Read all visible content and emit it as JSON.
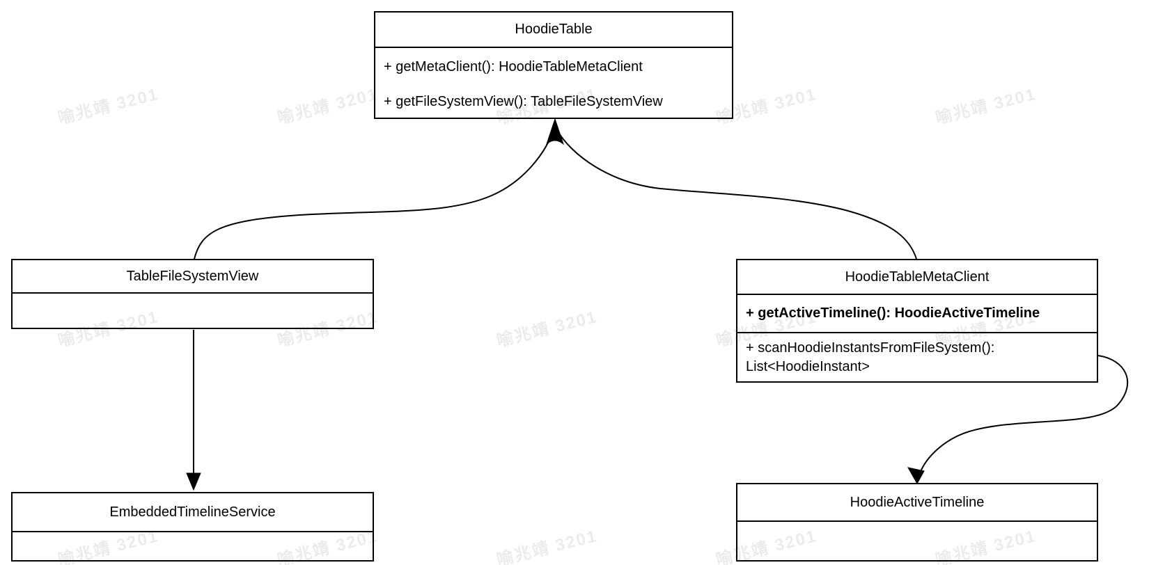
{
  "diagram": {
    "watermark_text": "喻兆靖 3201",
    "classes": {
      "hoodieTable": {
        "title": "HoodieTable",
        "method1": "+ getMetaClient(): HoodieTableMetaClient",
        "method2": "+ getFileSystemView(): TableFileSystemView"
      },
      "tableFileSystemView": {
        "title": "TableFileSystemView"
      },
      "hoodieTableMetaClient": {
        "title": "HoodieTableMetaClient",
        "method1": "+ getActiveTimeline(): HoodieActiveTimeline",
        "method2": "+ scanHoodieInstantsFromFileSystem():\nList<HoodieInstant>"
      },
      "embeddedTimelineService": {
        "title": "EmbeddedTimelineService"
      },
      "hoodieActiveTimeline": {
        "title": "HoodieActiveTimeline"
      }
    },
    "colors": {
      "stroke": "#000000",
      "background": "#ffffff",
      "watermark": "rgba(0,0,0,0.08)"
    }
  }
}
